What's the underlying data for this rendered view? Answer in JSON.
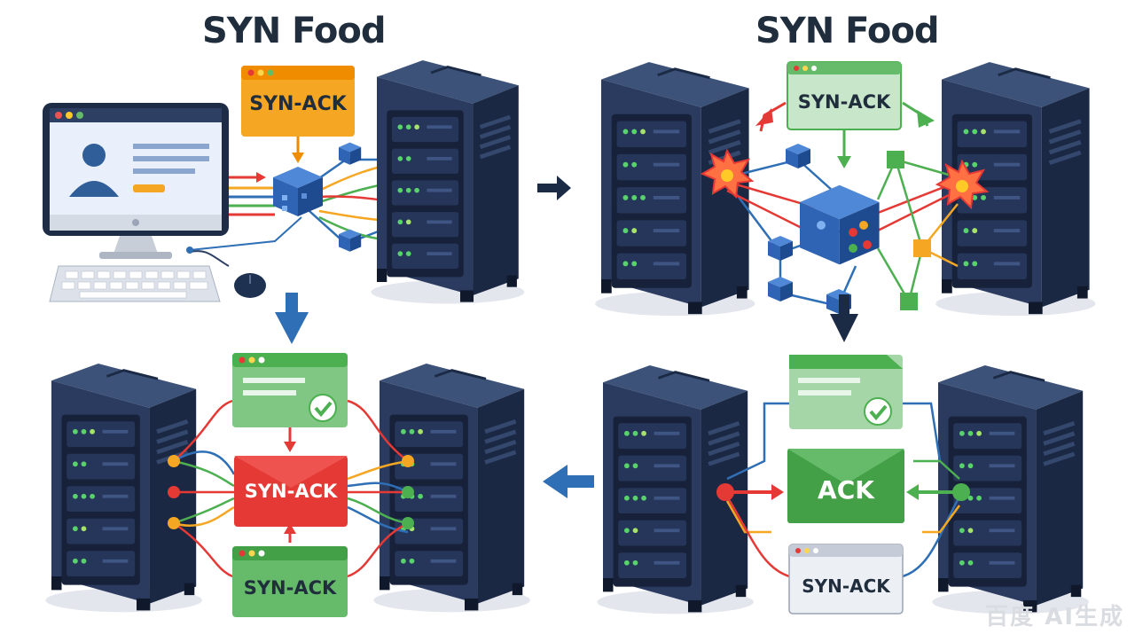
{
  "titles": {
    "left": "SYN Food",
    "right": "SYN Food"
  },
  "labels": {
    "p1_top": "SYN-ACK",
    "p2_top": "SYN-ACK",
    "p3_mid": "SYN-ACK",
    "p3_bottom": "SYN-ACK",
    "p4_ack": "ACK",
    "p4_bottom": "SYN-ACK"
  },
  "watermark": "百度 AI生成",
  "colors": {
    "navy": "#1f3a5f",
    "orange": "#f5a623",
    "green": "#4caf50",
    "red": "#e53935",
    "blue": "#2f6fb5",
    "gray": "#e6e8ec"
  }
}
